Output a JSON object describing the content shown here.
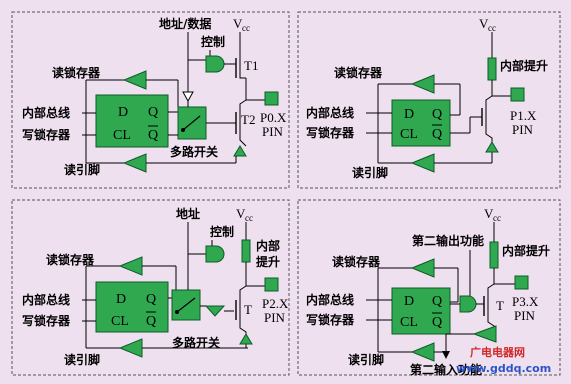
{
  "colors": {
    "background": "#efe0ef",
    "block_green": "#2fa84f",
    "block_stroke": "#0d5b2a",
    "wire": "#000000",
    "panel_border": "#555555",
    "watermark_red": "#d02828",
    "watermark_blue": "#2a54c8"
  },
  "supply": {
    "main": "V",
    "sub": "cc"
  },
  "latch": {
    "d": "D",
    "q": "Q",
    "cl": "CL",
    "qbar": "Q"
  },
  "panels": [
    {
      "id": "P0",
      "read_latch": "读锁存器",
      "internal_bus": "内部总线",
      "write_latch": "写锁存器",
      "read_pin": "读引脚",
      "addr_data": "地址/数据",
      "control": "控制",
      "mux": "多路开关",
      "t1": "T1",
      "t2": "T2",
      "pin_name": "P0.X",
      "pin_word": "PIN"
    },
    {
      "id": "P1",
      "read_latch": "读锁存器",
      "internal_bus": "内部总线",
      "write_latch": "写锁存器",
      "read_pin": "读引脚",
      "pullup": "内部提升",
      "pin_name": "P1.X",
      "pin_word": "PIN"
    },
    {
      "id": "P2",
      "read_latch": "读锁存器",
      "internal_bus": "内部总线",
      "write_latch": "写锁存器",
      "read_pin": "读引脚",
      "address": "地址",
      "control": "控制",
      "pullup_l1": "内部",
      "pullup_l2": "提升",
      "mux": "多路开关",
      "t": "T",
      "pin_name": "P2.X",
      "pin_word": "PIN"
    },
    {
      "id": "P3",
      "read_latch": "读锁存器",
      "internal_bus": "内部总线",
      "write_latch": "写锁存器",
      "read_pin": "读引脚",
      "second_output": "第二输出功能",
      "pullup": "内部提升",
      "second_input": "第二输入功能",
      "t": "T",
      "pin_name": "P3.X",
      "pin_word": "PIN"
    }
  ],
  "watermark": {
    "line1": "广电电器网",
    "line2": "www.gddq.com"
  }
}
